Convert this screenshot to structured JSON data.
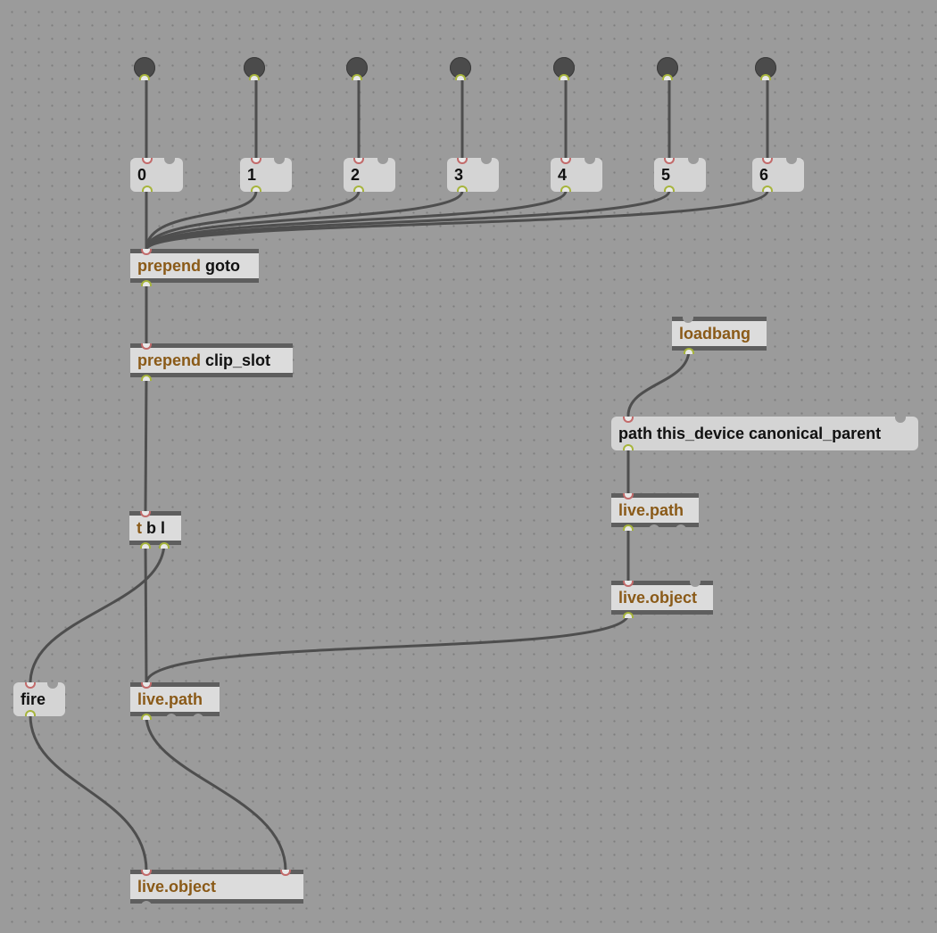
{
  "patcher": {
    "number_messages": [
      "0",
      "1",
      "2",
      "3",
      "4",
      "5",
      "6"
    ],
    "prepend_goto": {
      "keyword": "prepend",
      "arg": "goto"
    },
    "prepend_clip_slot": {
      "keyword": "prepend",
      "arg": "clip_slot"
    },
    "trigger": {
      "keyword": "t",
      "arg": "b l"
    },
    "fire_message": "fire",
    "live_path_left": {
      "keyword": "live.path"
    },
    "live_object_bottom": {
      "keyword": "live.object"
    },
    "loadbang": {
      "keyword": "loadbang"
    },
    "path_message": "path this_device canonical_parent",
    "live_path_right": {
      "keyword": "live.path"
    },
    "live_object_right": {
      "keyword": "live.object"
    }
  },
  "colors": {
    "canvas": "#9b9b9b",
    "keyword": "#8a5a18",
    "wire": "#4e4e4e",
    "bang_fill": "#4b4b4b",
    "inlet": "#c26a6a",
    "outlet": "#a6b43b"
  }
}
